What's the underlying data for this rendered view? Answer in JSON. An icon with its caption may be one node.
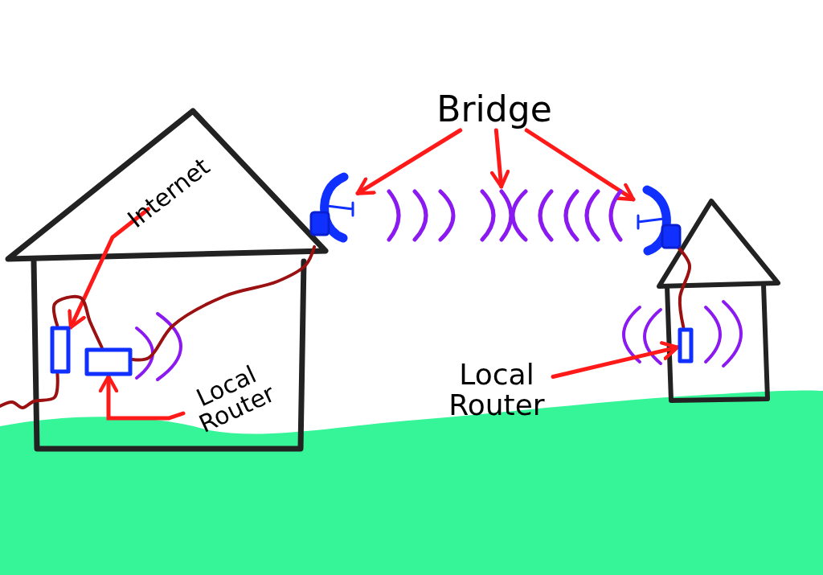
{
  "diagram": {
    "nodes": [
      {
        "text": [
          "Internet"
        ]
      },
      {
        "text": [],
        "shape": "box"
      },
      {
        "text": [],
        "shape": "box"
      },
      {
        "text": [
          "Local Router"
        ]
      },
      {
        "text": [
          "Bridge"
        ]
      },
      {
        "text": [],
        "shape": "dish"
      },
      {
        "text": [],
        "shape": "waves"
      },
      {
        "text": [],
        "shape": "dish"
      },
      {
        "text": [
          "Local Router"
        ]
      },
      {
        "text": [],
        "shape": "box"
      }
    ],
    "edges": [
      {
        "from": 0,
        "to": 1,
        "arrow": "to"
      },
      {
        "from": 3,
        "to": 2,
        "arrow": "to"
      },
      {
        "from": 4,
        "to": 5,
        "arrow": "to"
      },
      {
        "from": 4,
        "to": 6,
        "arrow": "to"
      },
      {
        "from": 4,
        "to": 7,
        "arrow": "to"
      },
      {
        "from": 8,
        "to": 9,
        "arrow": "to"
      },
      {
        "from": null,
        "to": 1,
        "arrow": "none",
        "color": "#9b1010"
      },
      {
        "from": 1,
        "to": 2,
        "arrow": "none",
        "color": "#9b1010"
      },
      {
        "from": 2,
        "to": 5,
        "arrow": "none",
        "color": "#9b1010"
      },
      {
        "from": 7,
        "to": 9,
        "arrow": "none",
        "color": "#9b1010"
      }
    ]
  }
}
